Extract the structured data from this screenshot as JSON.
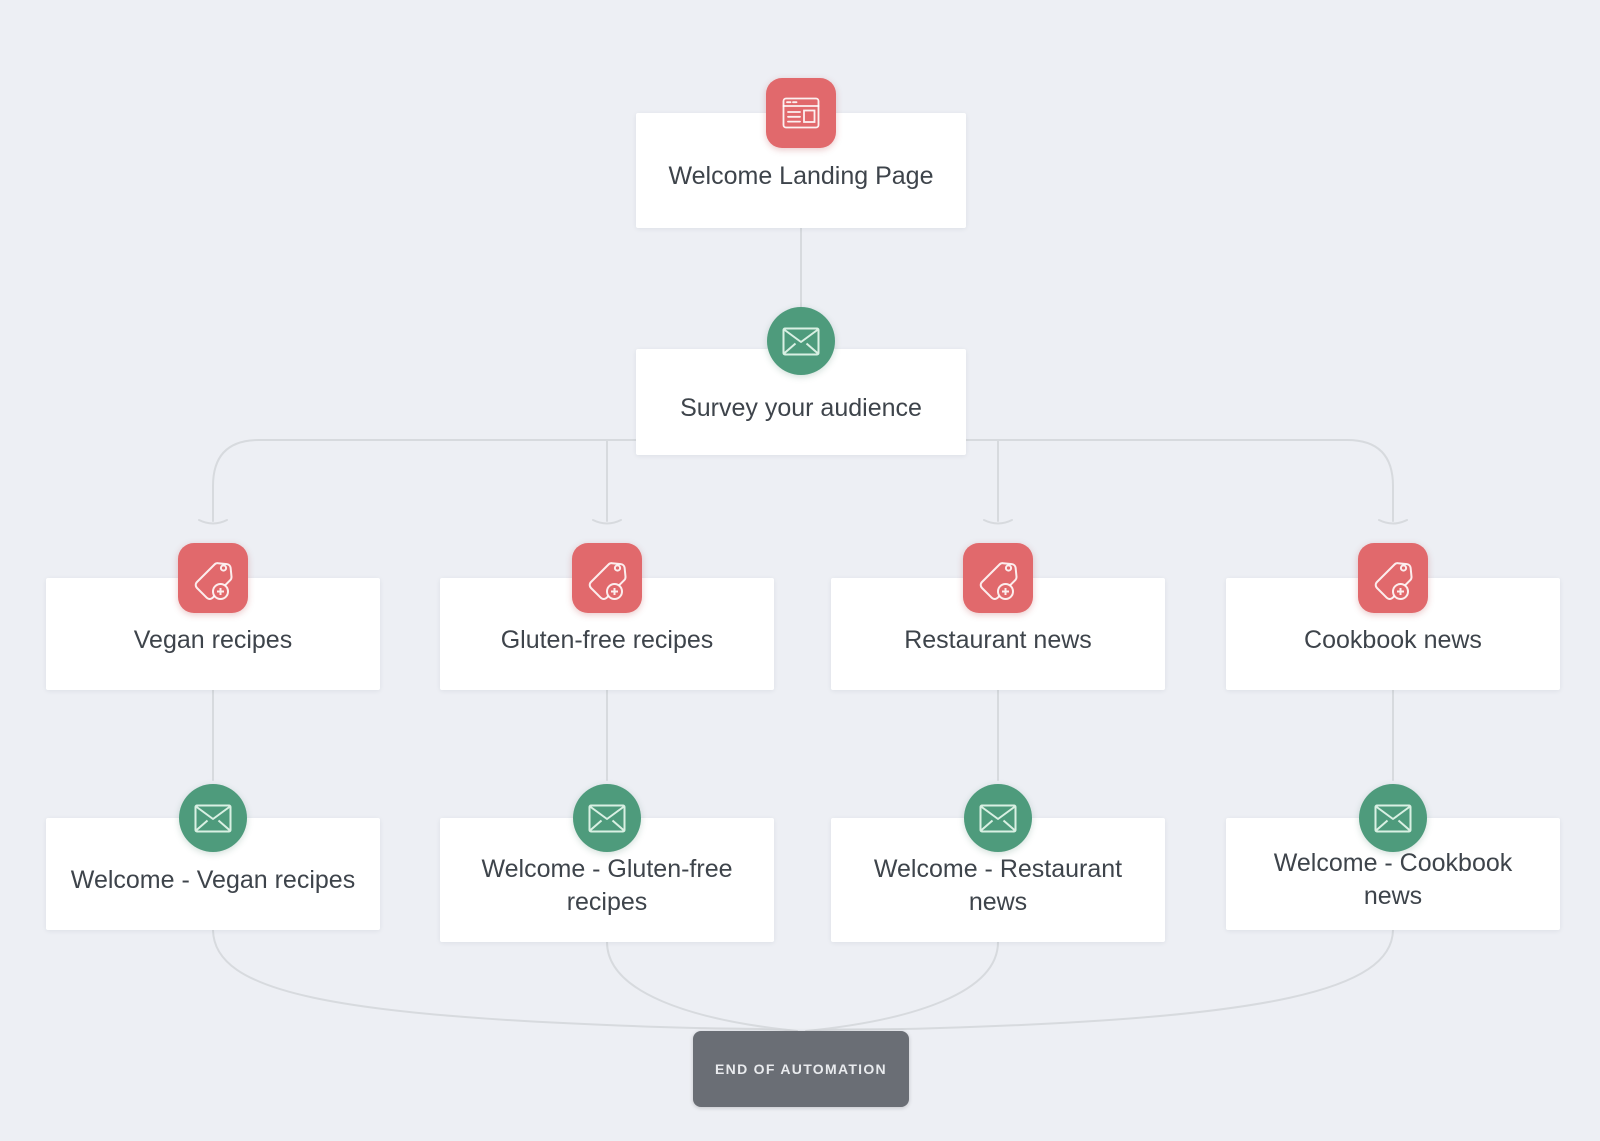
{
  "colors": {
    "background": "#edeff4",
    "card_background": "#ffffff",
    "tag_red": "#e1696c",
    "email_green": "#4e9b7c",
    "end_button_gray": "#6a6e75",
    "node_text": "#3e444b",
    "connector_gray": "#d7dade"
  },
  "nodes": {
    "landing": {
      "label": "Welcome Landing Page",
      "icon": "landing-page-icon"
    },
    "survey": {
      "label": "Survey your audience",
      "icon": "envelope-icon"
    },
    "tag_vegan": {
      "label": "Vegan recipes",
      "icon": "tag-icon"
    },
    "tag_gluten": {
      "label": "Gluten-free recipes",
      "icon": "tag-icon"
    },
    "tag_restaurant": {
      "label": "Restaurant news",
      "icon": "tag-icon"
    },
    "tag_cookbook": {
      "label": "Cookbook news",
      "icon": "tag-icon"
    },
    "email_vegan": {
      "label": "Welcome - Vegan recipes",
      "icon": "envelope-icon"
    },
    "email_gluten": {
      "label": "Welcome - Gluten-free recipes",
      "icon": "envelope-icon"
    },
    "email_restaurant": {
      "label": "Welcome - Restaurant news",
      "icon": "envelope-icon"
    },
    "email_cookbook": {
      "label": "Welcome - Cookbook news",
      "icon": "envelope-icon"
    }
  },
  "end_button": {
    "label": "END OF AUTOMATION"
  }
}
